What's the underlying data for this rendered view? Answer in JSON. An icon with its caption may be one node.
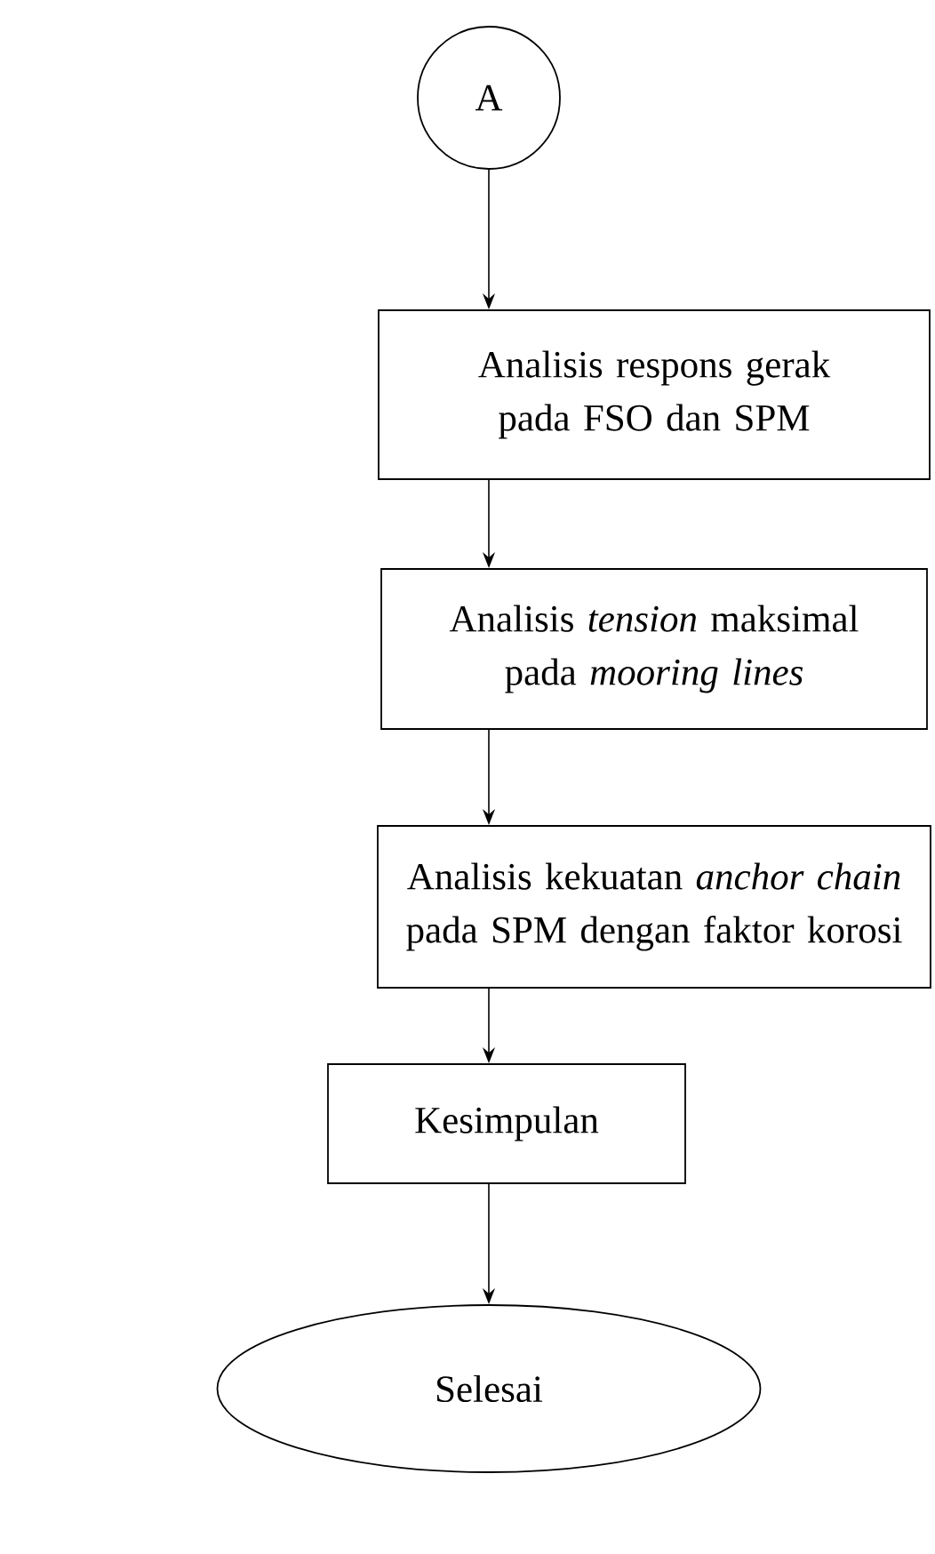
{
  "diagram": {
    "nodes": [
      {
        "text": [
          "A"
        ]
      },
      {
        "text": [
          "Analisis respons gerak pada FSO dan SPM"
        ]
      },
      {
        "text": [
          "Analisis *tension* maksimal pada *mooring lines*"
        ]
      },
      {
        "text": [
          "Analisis kekuatan *anchor chain* pada SPM dengan faktor korosi"
        ]
      },
      {
        "text": [
          "Kesimpulan"
        ]
      },
      {
        "text": [
          "Selesai"
        ]
      }
    ],
    "edges": [
      {
        "from": 0,
        "to": 1,
        "arrow": "to"
      },
      {
        "from": 1,
        "to": 2,
        "arrow": "to"
      },
      {
        "from": 2,
        "to": 3,
        "arrow": "to"
      },
      {
        "from": 3,
        "to": 4,
        "arrow": "to"
      },
      {
        "from": 4,
        "to": 5,
        "arrow": "to"
      }
    ]
  }
}
